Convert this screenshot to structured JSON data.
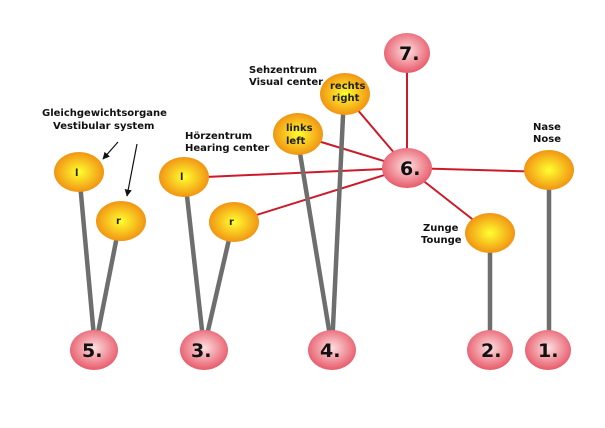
{
  "colors": {
    "red_node_center": "#fce0e0",
    "red_node_edge": "#e85a6a",
    "orange_node_center": "#ffff30",
    "orange_node_edge": "#f08a10",
    "red_line": "#cc1a2a",
    "gray_line": "#6e6e6e"
  },
  "labels": {
    "vestibular_de": "Gleichgewichtsorgane",
    "vestibular_en": "Vestibular system",
    "hearing_de": "Hörzentrum",
    "hearing_en": "Hearing center",
    "visual_de": "Sehzentrum",
    "visual_en": "Visual center",
    "nose_de": "Nase",
    "nose_en": "Nose",
    "tongue_de": "Zunge",
    "tongue_en": "Tounge"
  },
  "nodes": {
    "n1": "1.",
    "n2": "2.",
    "n3": "3.",
    "n4": "4.",
    "n5": "5.",
    "n6": "6.",
    "n7": "7.",
    "vest_l": "l",
    "vest_r": "r",
    "hear_l": "l",
    "hear_r": "r",
    "links_1": "links",
    "links_2": "left",
    "rechts_1": "rechts",
    "rechts_2": "right"
  }
}
